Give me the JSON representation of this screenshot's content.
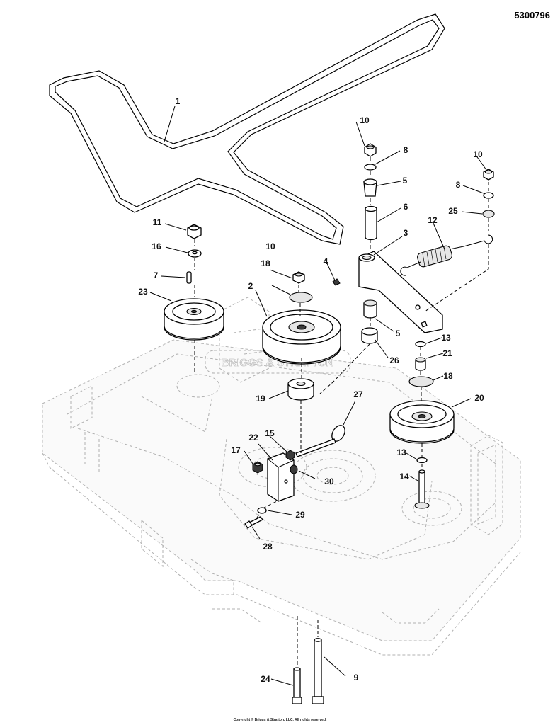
{
  "document_number": "5300796",
  "copyright": "Copyright © Briggs & Stratton, LLC. All rights reserved.",
  "watermark": "BRIGGS & STRATTON",
  "callouts": [
    {
      "id": "c1",
      "label": "1"
    },
    {
      "id": "c2",
      "label": "2"
    },
    {
      "id": "c3",
      "label": "3"
    },
    {
      "id": "c4",
      "label": "4"
    },
    {
      "id": "c5a",
      "label": "5"
    },
    {
      "id": "c5b",
      "label": "5"
    },
    {
      "id": "c6",
      "label": "6"
    },
    {
      "id": "c7",
      "label": "7"
    },
    {
      "id": "c8a",
      "label": "8"
    },
    {
      "id": "c8b",
      "label": "8"
    },
    {
      "id": "c9",
      "label": "9"
    },
    {
      "id": "c10a",
      "label": "10"
    },
    {
      "id": "c10b",
      "label": "10"
    },
    {
      "id": "c10c",
      "label": "10"
    },
    {
      "id": "c11",
      "label": "11"
    },
    {
      "id": "c12",
      "label": "12"
    },
    {
      "id": "c13a",
      "label": "13"
    },
    {
      "id": "c13b",
      "label": "13"
    },
    {
      "id": "c14",
      "label": "14"
    },
    {
      "id": "c15",
      "label": "15"
    },
    {
      "id": "c16",
      "label": "16"
    },
    {
      "id": "c17",
      "label": "17"
    },
    {
      "id": "c18a",
      "label": "18"
    },
    {
      "id": "c18b",
      "label": "18"
    },
    {
      "id": "c19",
      "label": "19"
    },
    {
      "id": "c20",
      "label": "20"
    },
    {
      "id": "c21",
      "label": "21"
    },
    {
      "id": "c22",
      "label": "22"
    },
    {
      "id": "c23",
      "label": "23"
    },
    {
      "id": "c24",
      "label": "24"
    },
    {
      "id": "c25",
      "label": "25"
    },
    {
      "id": "c26",
      "label": "26"
    },
    {
      "id": "c27",
      "label": "27"
    },
    {
      "id": "c28",
      "label": "28"
    },
    {
      "id": "c29",
      "label": "29"
    },
    {
      "id": "c30",
      "label": "30"
    }
  ]
}
